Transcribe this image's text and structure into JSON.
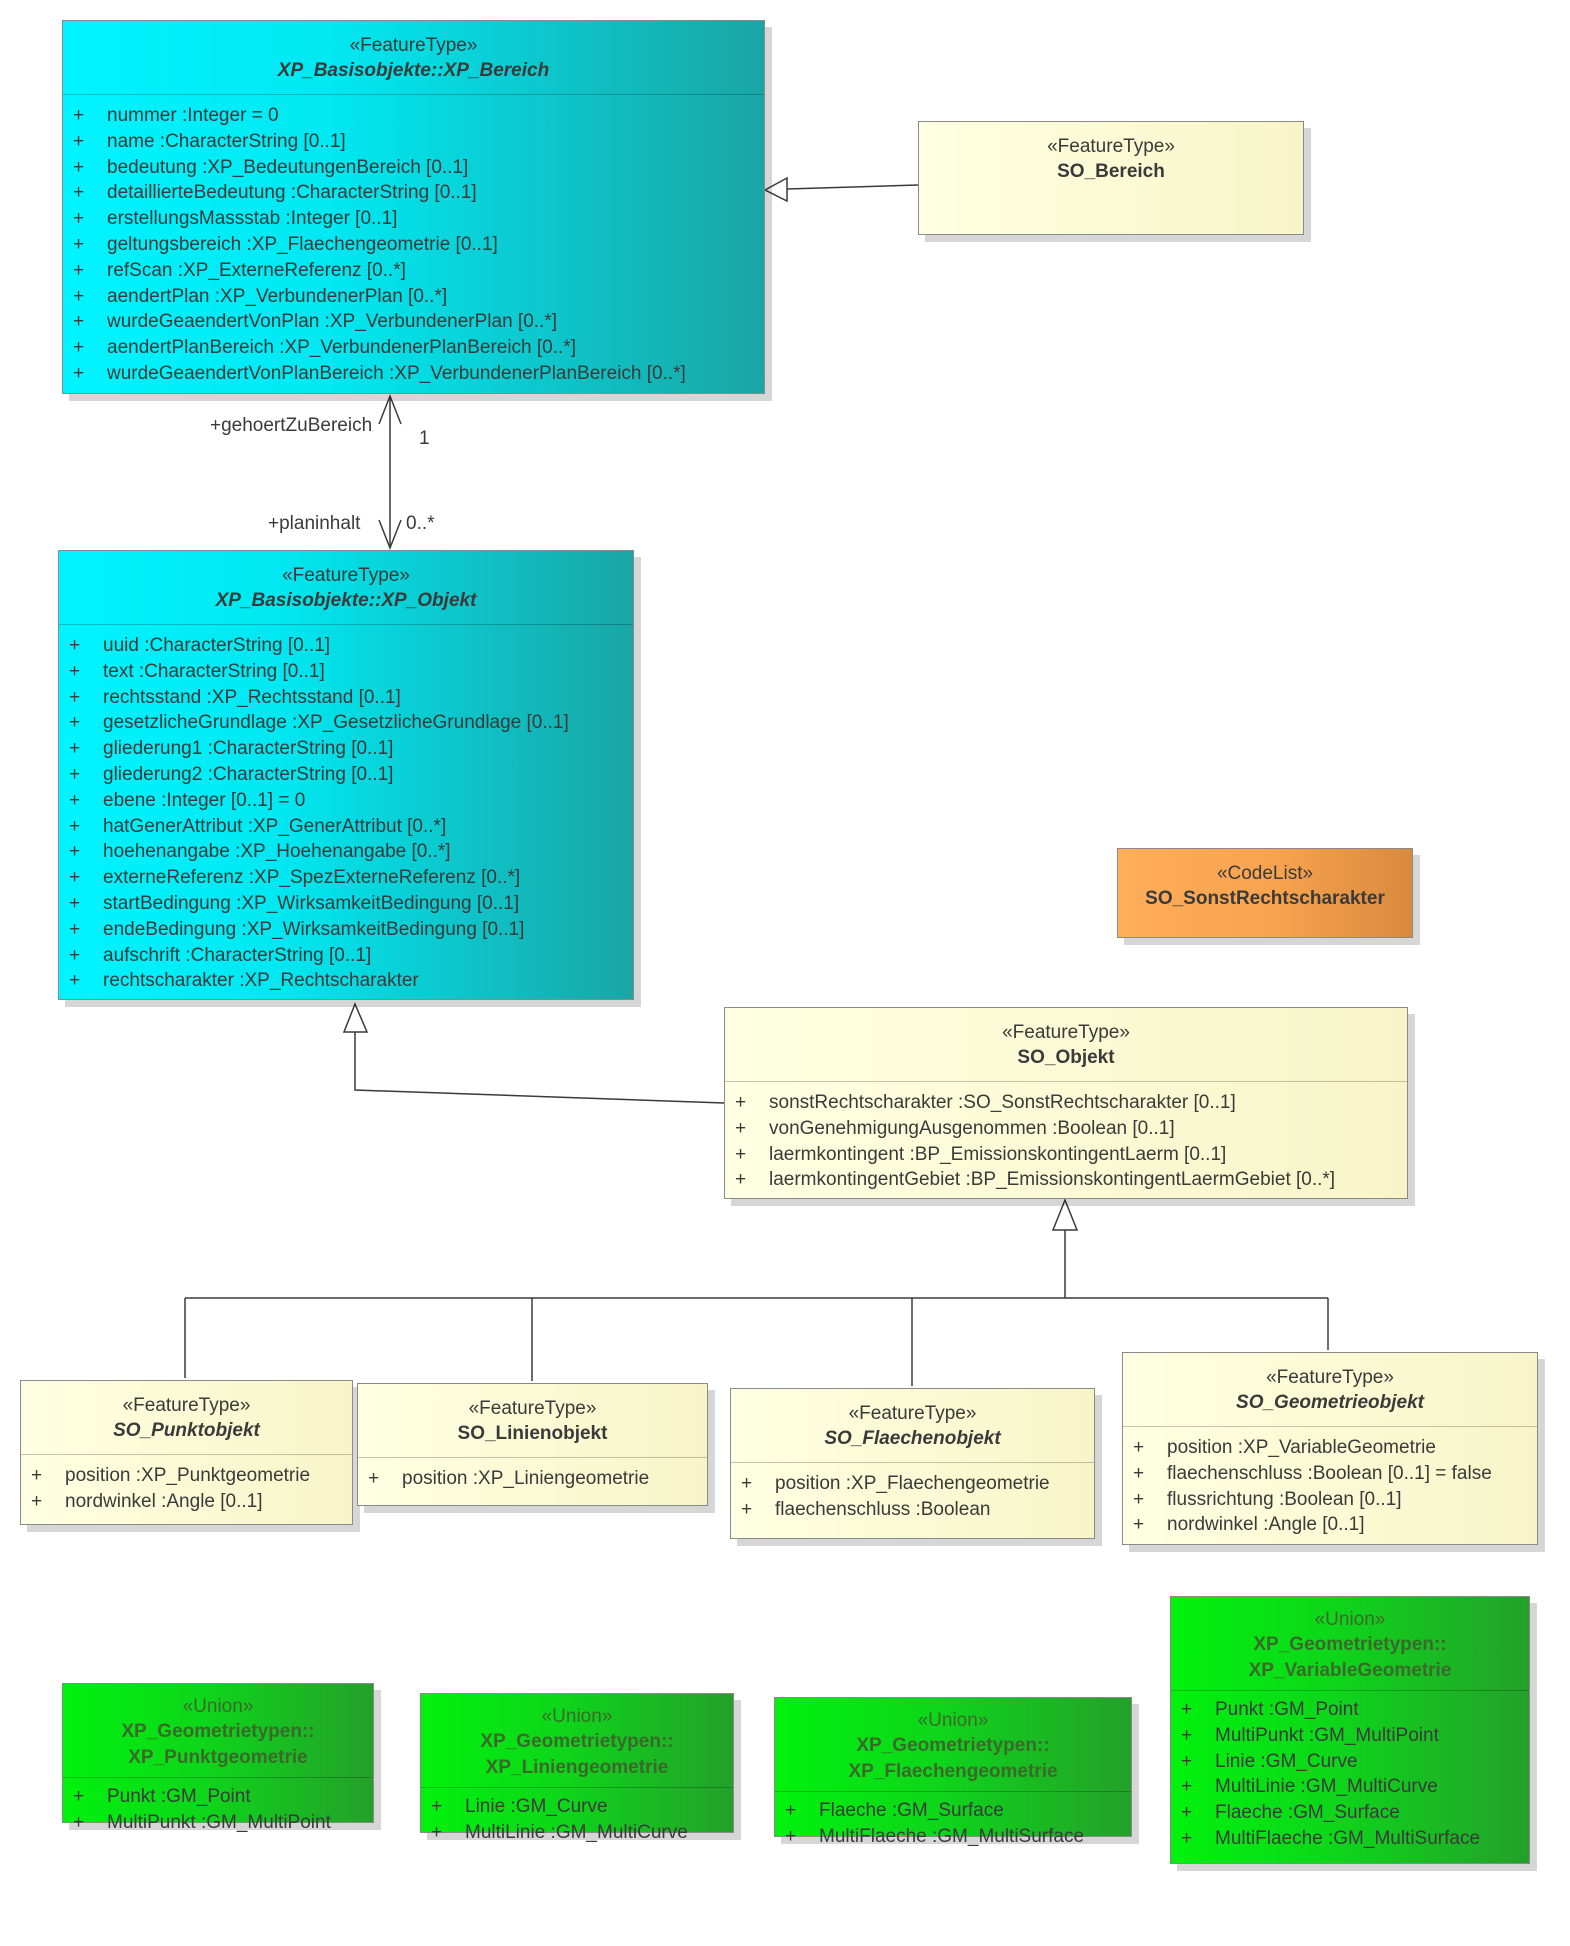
{
  "classes": {
    "xp_bereich": {
      "stereotype": "«FeatureType»",
      "name": "XP_Basisobjekte::XP_Bereich",
      "attributes": [
        {
          "vis": "+",
          "text": "nummer  :Integer = 0"
        },
        {
          "vis": "+",
          "text": "name  :CharacterString [0..1]"
        },
        {
          "vis": "+",
          "text": "bedeutung  :XP_BedeutungenBereich [0..1]"
        },
        {
          "vis": "+",
          "text": "detaillierteBedeutung  :CharacterString [0..1]"
        },
        {
          "vis": "+",
          "text": "erstellungsMassstab  :Integer [0..1]"
        },
        {
          "vis": "+",
          "text": "geltungsbereich  :XP_Flaechengeometrie [0..1]"
        },
        {
          "vis": "+",
          "text": "refScan  :XP_ExterneReferenz [0..*]"
        },
        {
          "vis": "+",
          "text": "aendertPlan  :XP_VerbundenerPlan [0..*]"
        },
        {
          "vis": "+",
          "text": "wurdeGeaendertVonPlan  :XP_VerbundenerPlan [0..*]"
        },
        {
          "vis": "+",
          "text": "aendertPlanBereich  :XP_VerbundenerPlanBereich [0..*]"
        },
        {
          "vis": "+",
          "text": "wurdeGeaendertVonPlanBereich  :XP_VerbundenerPlanBereich [0..*]"
        }
      ]
    },
    "so_bereich": {
      "stereotype": "«FeatureType»",
      "name": "SO_Bereich",
      "attributes": []
    },
    "xp_objekt": {
      "stereotype": "«FeatureType»",
      "name": "XP_Basisobjekte::XP_Objekt",
      "attributes": [
        {
          "vis": "+",
          "text": "uuid  :CharacterString [0..1]"
        },
        {
          "vis": "+",
          "text": "text  :CharacterString [0..1]"
        },
        {
          "vis": "+",
          "text": "rechtsstand  :XP_Rechtsstand [0..1]"
        },
        {
          "vis": "+",
          "text": "gesetzlicheGrundlage  :XP_GesetzlicheGrundlage [0..1]"
        },
        {
          "vis": "+",
          "text": "gliederung1  :CharacterString [0..1]"
        },
        {
          "vis": "+",
          "text": "gliederung2  :CharacterString [0..1]"
        },
        {
          "vis": "+",
          "text": "ebene  :Integer [0..1] = 0"
        },
        {
          "vis": "+",
          "text": "hatGenerAttribut  :XP_GenerAttribut [0..*]"
        },
        {
          "vis": "+",
          "text": "hoehenangabe  :XP_Hoehenangabe [0..*]"
        },
        {
          "vis": "+",
          "text": "externeReferenz  :XP_SpezExterneReferenz [0..*]"
        },
        {
          "vis": "+",
          "text": "startBedingung  :XP_WirksamkeitBedingung [0..1]"
        },
        {
          "vis": "+",
          "text": "endeBedingung  :XP_WirksamkeitBedingung [0..1]"
        },
        {
          "vis": "+",
          "text": "aufschrift  :CharacterString [0..1]"
        },
        {
          "vis": "+",
          "text": "rechtscharakter  :XP_Rechtscharakter"
        }
      ]
    },
    "so_sonstrechtscharakter": {
      "stereotype": "«CodeList»",
      "name": "SO_SonstRechtscharakter",
      "attributes": []
    },
    "so_objekt": {
      "stereotype": "«FeatureType»",
      "name": "SO_Objekt",
      "attributes": [
        {
          "vis": "+",
          "text": "sonstRechtscharakter  :SO_SonstRechtscharakter [0..1]"
        },
        {
          "vis": "+",
          "text": "vonGenehmigungAusgenommen  :Boolean [0..1]"
        },
        {
          "vis": "+",
          "text": "laermkontingent  :BP_EmissionskontingentLaerm [0..1]"
        },
        {
          "vis": "+",
          "text": "laermkontingentGebiet  :BP_EmissionskontingentLaermGebiet [0..*]"
        }
      ]
    },
    "so_punktobjekt": {
      "stereotype": "«FeatureType»",
      "name": "SO_Punktobjekt",
      "attributes": [
        {
          "vis": "+",
          "text": "position  :XP_Punktgeometrie"
        },
        {
          "vis": "+",
          "text": "nordwinkel  :Angle [0..1]"
        }
      ]
    },
    "so_linienobjekt": {
      "stereotype": "«FeatureType»",
      "name": "SO_Linienobjekt",
      "attributes": [
        {
          "vis": "+",
          "text": "position  :XP_Liniengeometrie"
        }
      ]
    },
    "so_flaechenobjekt": {
      "stereotype": "«FeatureType»",
      "name": "SO_Flaechenobjekt",
      "attributes": [
        {
          "vis": "+",
          "text": "position  :XP_Flaechengeometrie"
        },
        {
          "vis": "+",
          "text": "flaechenschluss  :Boolean"
        }
      ]
    },
    "so_geometrieobjekt": {
      "stereotype": "«FeatureType»",
      "name": "SO_Geometrieobjekt",
      "attributes": [
        {
          "vis": "+",
          "text": "position  :XP_VariableGeometrie"
        },
        {
          "vis": "+",
          "text": "flaechenschluss  :Boolean [0..1] = false"
        },
        {
          "vis": "+",
          "text": "flussrichtung  :Boolean [0..1]"
        },
        {
          "vis": "+",
          "text": "nordwinkel  :Angle [0..1]"
        }
      ]
    },
    "xp_punktgeometrie": {
      "stereotype": "«Union»",
      "name": "XP_Geometrietypen::\nXP_Punktgeometrie",
      "attributes": [
        {
          "vis": "+",
          "text": "Punkt  :GM_Point"
        },
        {
          "vis": "+",
          "text": "MultiPunkt  :GM_MultiPoint"
        }
      ]
    },
    "xp_liniengeometrie": {
      "stereotype": "«Union»",
      "name": "XP_Geometrietypen::\nXP_Liniengeometrie",
      "attributes": [
        {
          "vis": "+",
          "text": "Linie  :GM_Curve"
        },
        {
          "vis": "+",
          "text": "MultiLinie  :GM_MultiCurve"
        }
      ]
    },
    "xp_flaechengeometrie": {
      "stereotype": "«Union»",
      "name": "XP_Geometrietypen::\nXP_Flaechengeometrie",
      "attributes": [
        {
          "vis": "+",
          "text": "Flaeche  :GM_Surface"
        },
        {
          "vis": "+",
          "text": "MultiFlaeche  :GM_MultiSurface"
        }
      ]
    },
    "xp_variablegeometrie": {
      "stereotype": "«Union»",
      "name": "XP_Geometrietypen::\nXP_VariableGeometrie",
      "attributes": [
        {
          "vis": "+",
          "text": "Punkt  :GM_Point"
        },
        {
          "vis": "+",
          "text": "MultiPunkt  :GM_MultiPoint"
        },
        {
          "vis": "+",
          "text": "Linie  :GM_Curve"
        },
        {
          "vis": "+",
          "text": "MultiLinie  :GM_MultiCurve"
        },
        {
          "vis": "+",
          "text": "Flaeche  :GM_Surface"
        },
        {
          "vis": "+",
          "text": "MultiFlaeche  :GM_MultiSurface"
        }
      ]
    }
  },
  "association": {
    "source_role": "+gehoertZuBereich",
    "source_multiplicity": "1",
    "target_role": "+planinhalt",
    "target_multiplicity": "0..*"
  }
}
